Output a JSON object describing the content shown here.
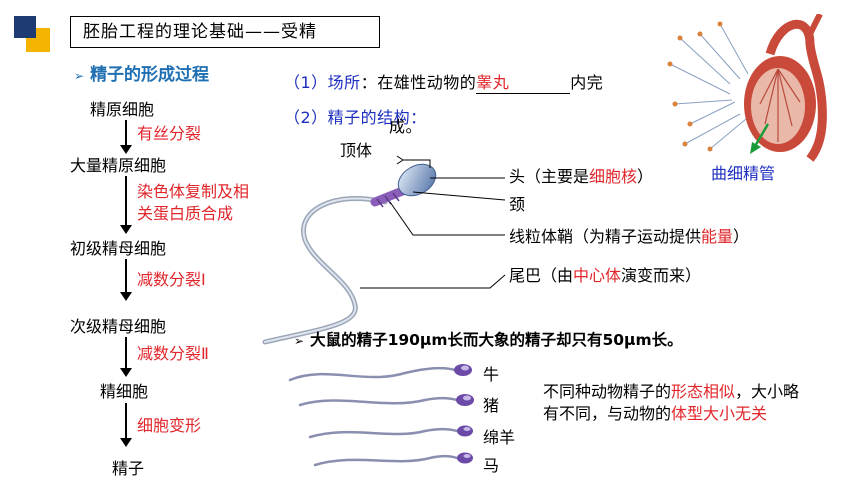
{
  "header": {
    "title": "胚胎工程的理论基础——受精"
  },
  "section": {
    "arrow": "➢",
    "heading": "精子的形成过程"
  },
  "flow": {
    "stages": [
      "精原细胞",
      "大量精原细胞",
      "初级精母细胞",
      "次级精母细胞",
      "精细胞",
      "精子"
    ],
    "steps": [
      {
        "lines": [
          "有丝分裂"
        ]
      },
      {
        "lines": [
          "染色体复制及相",
          "关蛋白质合成"
        ]
      },
      {
        "lines": [
          "减数分裂Ⅰ"
        ]
      },
      {
        "lines": [
          "减数分裂Ⅱ"
        ]
      },
      {
        "lines": [
          "细胞变形"
        ]
      }
    ]
  },
  "info": {
    "place_prefix": "（1）场所",
    "place_colon": "：",
    "place_text": "在雄性动物的",
    "place_answer": "睾丸",
    "place_suffix": "内完",
    "place_wrap": "成。",
    "structure": "（2）精子的结构："
  },
  "diagram": {
    "acrosome": "顶体",
    "head_a": "头（主要是",
    "head_b": "细胞核",
    "head_c": "）",
    "neck": "颈",
    "mid_a": "线粒体鞘（为精子运动提供",
    "mid_b": "能量",
    "mid_c": "）",
    "tail_a": "尾巴（由",
    "tail_b": "中心体",
    "tail_c": "演变而来）",
    "tubule": "曲细精管"
  },
  "compare": {
    "arrow": "➢",
    "text": "大鼠的精子190μm长而大象的精子却只有50μm长。",
    "animals": [
      "牛",
      "猪",
      "绵羊",
      "马"
    ],
    "note_a": "不同种动物精子的",
    "note_b": "形态相似",
    "note_c": "，大小略有不同，与动物的",
    "note_d": "体型大小无关"
  },
  "colors": {
    "accent_red": "#e0262b",
    "blue": "#1c2fbf",
    "heading_blue": "#1f6fb2",
    "navy": "#1f3b73",
    "yellow": "#f4b400"
  }
}
